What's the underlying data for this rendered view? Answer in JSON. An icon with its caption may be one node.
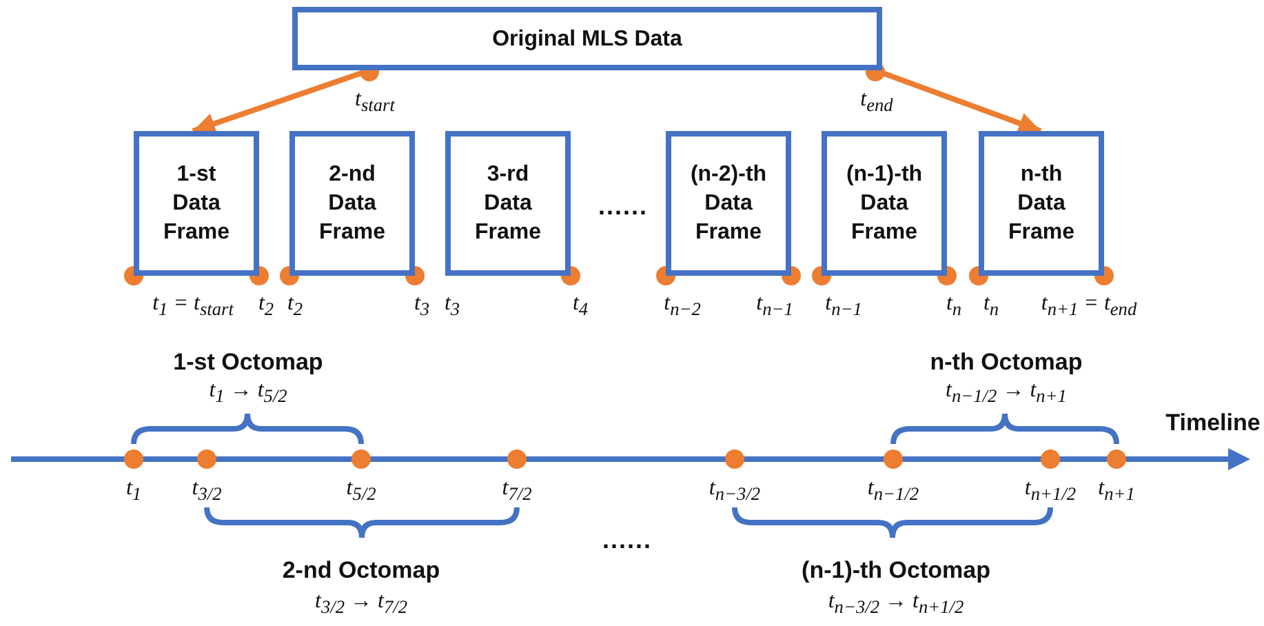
{
  "diagram": {
    "nodes": [
      {
        "text": [
          "Original MLS Data"
        ]
      },
      {
        "text": [
          "1-st Data Frame"
        ]
      },
      {
        "text": [
          "2-nd Data Frame"
        ]
      },
      {
        "text": [
          "3-rd Data Frame"
        ]
      },
      {
        "text": [
          "(n-2)-th Data Frame"
        ]
      },
      {
        "text": [
          "(n-1)-th Data Frame"
        ]
      },
      {
        "text": [
          "n-th Data Frame"
        ]
      }
    ],
    "edges": [
      {
        "from": 0,
        "to": 1,
        "arrow": "to"
      },
      {
        "from": 0,
        "to": 6,
        "arrow": "to"
      }
    ],
    "labels": [
      "t$_{start}$",
      "t$_{end}$",
      "......",
      "t$_{1}$ = t$_{start}$",
      "t$_{2}$",
      "t$_{2}$",
      "t$_{3}$",
      "t$_{3}$",
      "t$_{4}$",
      "t$_{n−2}$",
      "t$_{n−1}$",
      "t$_{n−1}$",
      "t$_{n}$",
      "t$_{n}$",
      "t$_{n+1}$ = t$_{end}$",
      "1-st Octomap",
      "n-th Octomap",
      "t$_{1}$ → t$_{5/2}$",
      "t$_{n−1/2}$ → t$_{n+1}$",
      "Timeline",
      "t$_{1}$",
      "t$_{3/2}$",
      "t$_{5/2}$",
      "t$_{7/2}$",
      "t$_{n−3/2}$",
      "t$_{n−1/2}$",
      "t$_{n+1/2}$",
      "t$_{n+1}$",
      "......",
      "2-nd Octomap",
      "(n-1)-th Octomap",
      "t$_{3/2}$ → t$_{7/2}$",
      "t$_{n−3/2}$ → t$_{n+1/2}$"
    ]
  }
}
